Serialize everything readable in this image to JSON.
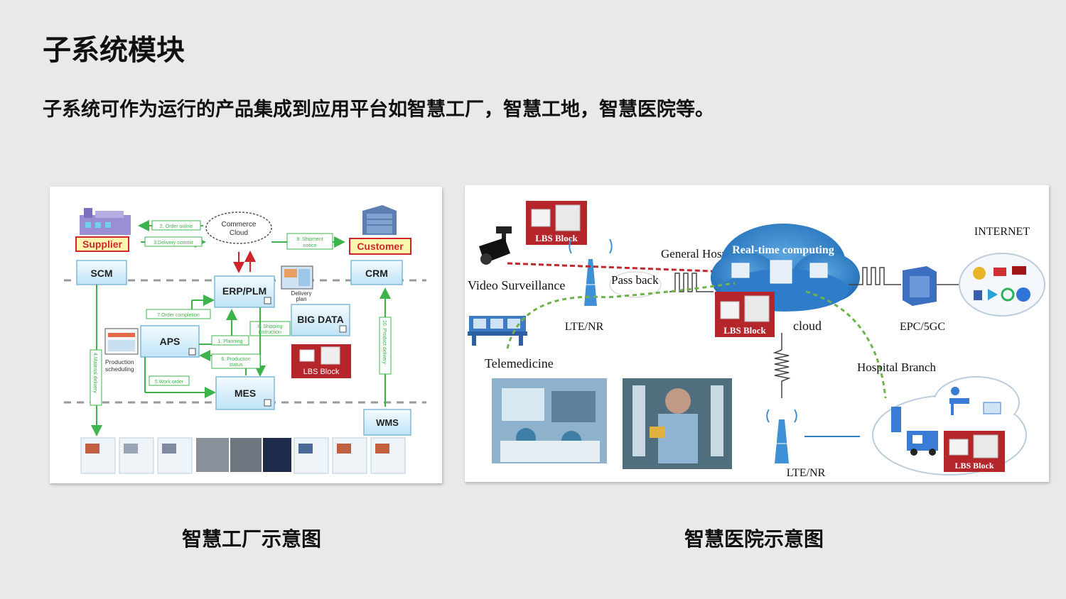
{
  "page": {
    "title": "子系统模块",
    "subtitle": "子系统可作为运行的产品集成到应用平台如智慧工厂，智慧工地，智慧医院等。"
  },
  "captions": {
    "factory": "智慧工厂示意图",
    "hospital": "智慧医院示意图"
  },
  "factory_diagram": {
    "supplier": "Supplier",
    "customer": "Customer",
    "commerce_cloud_l1": "Commerce",
    "commerce_cloud_l2": "Cloud",
    "order_online": "2. Order online",
    "delivery_commit": "3.Delivery commit",
    "shipment_notice_l1": "9. Shipment",
    "shipment_notice_l2": "notice",
    "scm": "SCM",
    "crm": "CRM",
    "erp": "ERP/PLM",
    "delivery_plan_l1": "Delivery",
    "delivery_plan_l2": "plan",
    "order_completion": "7.Order completion",
    "big_data": "BIG DATA",
    "aps": "APS",
    "shipping_instruction_l1": "8. Shipping",
    "shipping_instruction_l2": "instruction",
    "planning": "1. Planning",
    "production_status_l1": "6. Production",
    "production_status_l2": "status",
    "lbs_block": "LBS Block",
    "production_scheduling_l1": "Production",
    "production_scheduling_l2": "scheduling",
    "work_order": "5.Work order",
    "mes": "MES",
    "material_delivery": "4.Material delivery",
    "product_delivery": "10. Product delivery",
    "wms": "WMS"
  },
  "hospital_diagram": {
    "lbs_block": "LBS Block",
    "video_surveillance": "Video Surveillance",
    "general_hospital": "General Hospital",
    "pass_back": "Pass back",
    "realtime_computing": "Real-time computing",
    "cloud": "cloud",
    "internet": "INTERNET",
    "lte_nr": "LTE/NR",
    "epc_5gc": "EPC/5GC",
    "telemedicine": "Telemedicine",
    "hospital_branch": "Hospital Branch"
  },
  "colors": {
    "green_arrow": "#3cb44b",
    "red_dash": "#c0282d",
    "box_fill": "#d9f0fb",
    "cloud_blue": "#2d7fc8",
    "lbs_red": "#b5262b"
  }
}
